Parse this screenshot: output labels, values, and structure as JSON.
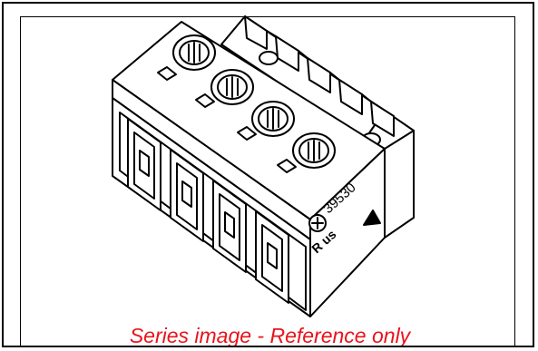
{
  "caption": {
    "text": "Series image - Reference only",
    "color": "#e8141c"
  },
  "product_markings": {
    "part_number": "39530",
    "certification_marks": "R us"
  },
  "colors": {
    "line": "#000000",
    "background": "#ffffff"
  },
  "image": {
    "subject": "terminal-block-plug-connector-icon"
  }
}
